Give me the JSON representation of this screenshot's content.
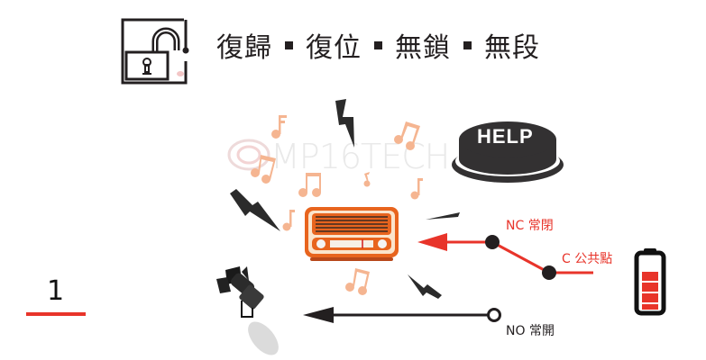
{
  "header": {
    "icon": "unlocked-padlock-icon",
    "items": [
      "復歸",
      "復位",
      "無鎖",
      "無段"
    ],
    "separator": "■"
  },
  "watermark": "MP16TECH",
  "help_button": {
    "label": "HELP"
  },
  "switch": {
    "nc_label": "NC 常閉",
    "c_label": "C 公共點",
    "no_label": "NO 常開"
  },
  "page": {
    "number": "1"
  },
  "colors": {
    "accent_red": "#e8342a",
    "dark": "#231f20",
    "note_orange": "#f5b591",
    "radio_orange": "#e8641e"
  }
}
